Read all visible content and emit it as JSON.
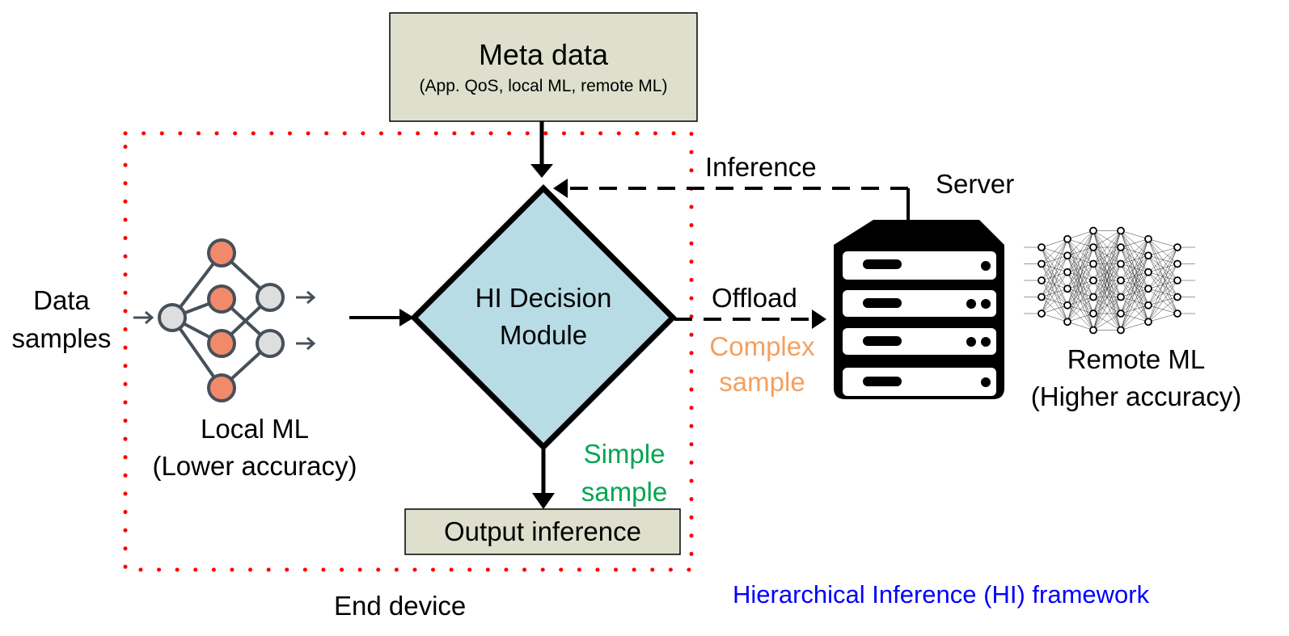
{
  "meta_box": {
    "title": "Meta data",
    "subtitle": "(App. QoS, local ML, remote ML)"
  },
  "decision": {
    "line1": "HI Decision",
    "line2": "Module"
  },
  "output_box": {
    "label": "Output inference"
  },
  "input": {
    "line1": "Data",
    "line2": "samples"
  },
  "local_ml": {
    "line1": "Local ML",
    "line2": "(Lower accuracy)"
  },
  "remote_ml": {
    "line1": "Remote ML",
    "line2": "(Higher accuracy)"
  },
  "server": {
    "label": "Server"
  },
  "edges": {
    "inference": "Inference",
    "offload": "Offload",
    "complex_line1": "Complex",
    "complex_line2": "sample",
    "simple_line1": "Simple",
    "simple_line2": "sample"
  },
  "end_device": {
    "label": "End device"
  },
  "framework": {
    "label": "Hierarchical Inference (HI) framework"
  },
  "colors": {
    "box_fill": "#dee0cd",
    "diamond_fill": "#b8dce6",
    "node_orange": "#f08a6a",
    "node_gray": "#dedede",
    "node_stroke": "#46505a",
    "dotted_red": "#ff0000",
    "complex_orange": "#f4a060",
    "simple_green": "#00a651",
    "framework_blue": "#0000ff"
  }
}
